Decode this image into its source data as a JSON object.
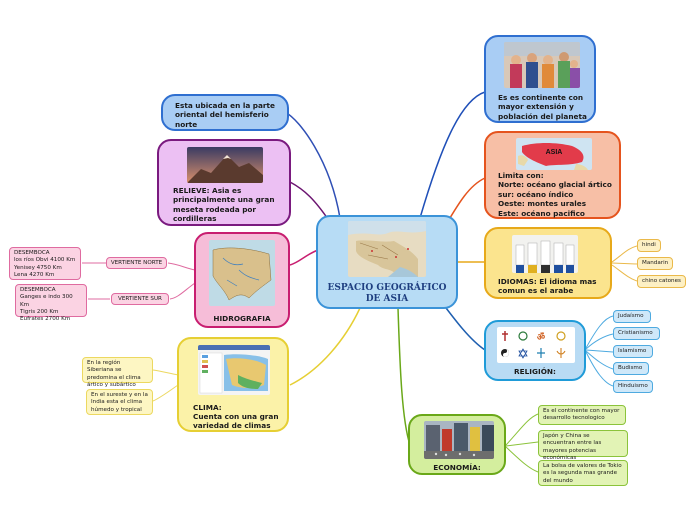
{
  "center": {
    "title": "ESPACIO GEOGRÁFICO\nDE ASIA"
  },
  "nodes": {
    "location": "Esta ubicada en la parte oriental del hemisferio norte",
    "relief": "RELIEVE: Asia es principalmente una gran meseta rodeada por cordilleras",
    "hydrography": "HIDROGRAFIA",
    "climate_label": "CLIMA:",
    "climate_text": "Cuenta con una gran variedad de climas",
    "continent": "Es es continente con mayor extensión y población del planeta",
    "limits": "Limita con:\nNorte: océano glacial ártico\nsur: océano índico\nOeste: montes urales\nEste: océano pacifico",
    "languages": "IDIOMAS: El idioma mas comun es el arabe",
    "religion": "RELIGIÓN:",
    "economy": "ECONOMÍA:"
  },
  "hydro": {
    "north_label": "VERTIENTE NORTE",
    "north_text": "DESEMBOCA\nlos ríos Obvi 4100 Km\nYenisey 4750 Km\nLena 4270 Km",
    "south_label": "VERTIENTE SUR",
    "south_text": "DESEMBOCA\nGanges e indo 300 Km\nTigris 200 Km\nEufrates 2700 Km"
  },
  "climate_leaves": [
    "En la región Siberiana se predomina el clima ártico y subártico",
    "En el sureste y en la India esta el clima húmedo y tropical"
  ],
  "language_leaves": [
    "hindi",
    "Mandarin",
    "chino catones"
  ],
  "religion_leaves": [
    "Judaísmo",
    "Cristianismo",
    "Islamismo",
    "Budismo",
    "Hinduismo"
  ],
  "economy_leaves": [
    "Es el continente con mayor desarrollo tecnologico",
    "Japón y China se encuentran entre las mayores potencias económicas",
    "La bolsa de valores de Tokio es la segunda mas grande del mundo"
  ],
  "image_labels": {
    "limits_map": "ASIA"
  },
  "colors": {
    "center": "#3b93d8",
    "location": "#2f6fd0",
    "relief": "#7a1a7f",
    "hydrography": "#c81e70",
    "climate": "#e6cf34",
    "continent": "#2f6fd0",
    "limits": "#e5541e",
    "languages": "#e7a91a",
    "religion": "#1f9bd8",
    "economy": "#6aa819"
  }
}
